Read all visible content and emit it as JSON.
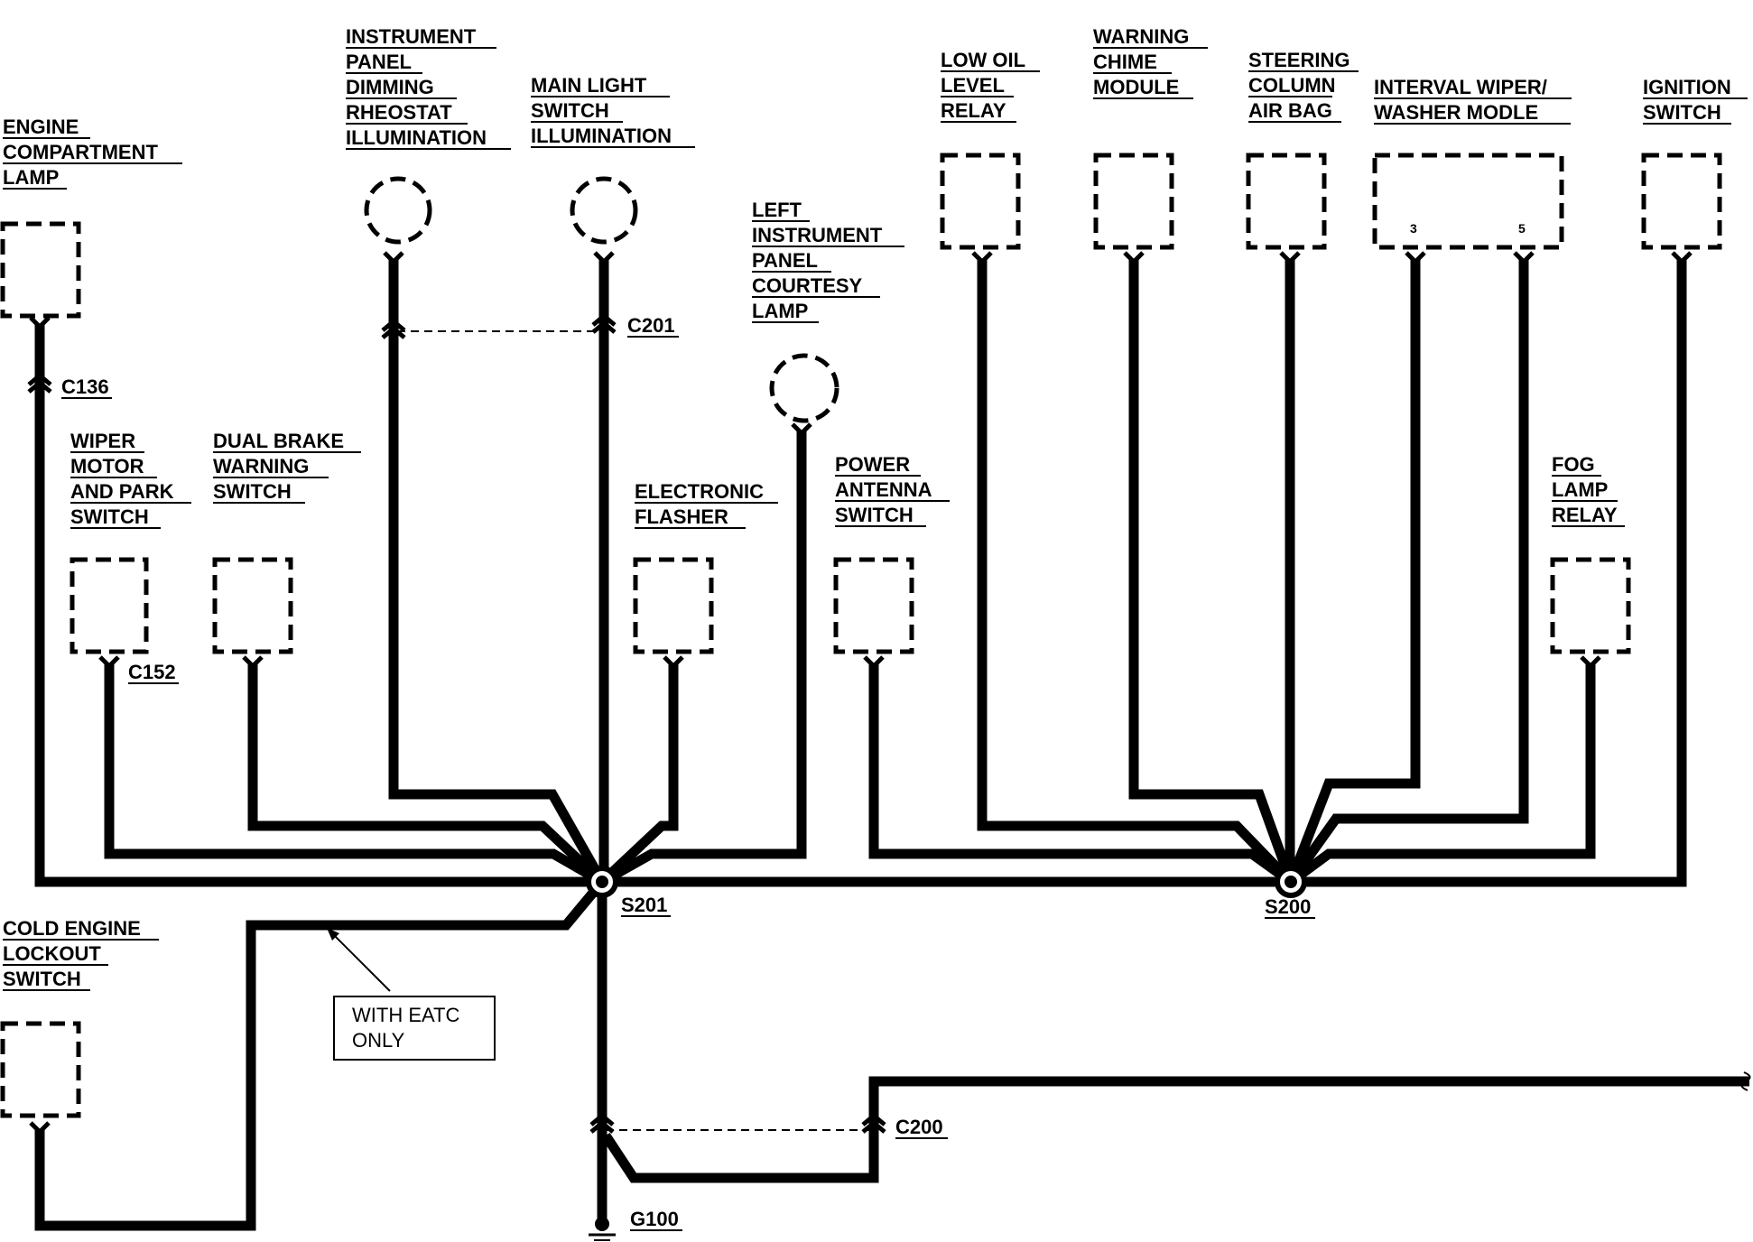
{
  "components": {
    "engine_compartment_lamp": [
      "ENGINE",
      "COMPARTMENT",
      "LAMP"
    ],
    "instrument_panel_dimming": [
      "INSTRUMENT",
      "PANEL",
      "DIMMING",
      "RHEOSTAT",
      "ILLUMINATION"
    ],
    "main_light_switch": [
      "MAIN LIGHT",
      "SWITCH",
      "ILLUMINATION"
    ],
    "left_ip_courtesy_lamp": [
      "LEFT",
      "INSTRUMENT",
      "PANEL",
      "COURTESY",
      "LAMP"
    ],
    "low_oil_level_relay": [
      "LOW OIL",
      "LEVEL",
      "RELAY"
    ],
    "warning_chime_module": [
      "WARNING",
      "CHIME",
      "MODULE"
    ],
    "steering_column_air_bag": [
      "STEERING",
      "COLUMN",
      "AIR BAG"
    ],
    "interval_wiper_module": [
      "INTERVAL WIPER/",
      "WASHER MODLE"
    ],
    "ignition_switch": [
      "IGNITION",
      "SWITCH"
    ],
    "wiper_motor_park_switch": [
      "WIPER",
      "MOTOR",
      "AND PARK",
      "SWITCH"
    ],
    "dual_brake_warning_switch": [
      "DUAL BRAKE",
      "WARNING",
      "SWITCH"
    ],
    "electronic_flasher": [
      "ELECTRONIC",
      "FLASHER"
    ],
    "power_antenna_switch": [
      "POWER",
      "ANTENNA",
      "SWITCH"
    ],
    "fog_lamp_relay": [
      "FOG",
      "LAMP",
      "RELAY"
    ],
    "cold_engine_lockout_switch": [
      "COLD ENGINE",
      "LOCKOUT",
      "SWITCH"
    ]
  },
  "pins": {
    "wiper_module_pin_a": "3",
    "wiper_module_pin_b": "5"
  },
  "connectors": {
    "c136": "C136",
    "c201": "C201",
    "c152": "C152",
    "c200": "C200"
  },
  "splices": {
    "s201": "S201",
    "s200": "S200"
  },
  "ground": {
    "g100": "G100"
  },
  "note": [
    "WITH EATC",
    "ONLY"
  ]
}
